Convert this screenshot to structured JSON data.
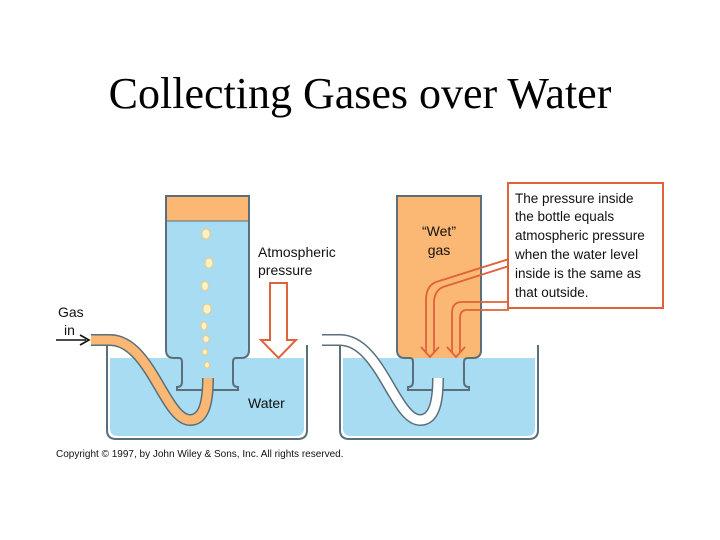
{
  "title": "Collecting Gases over Water",
  "labels": {
    "gas_in_line1": "Gas",
    "gas_in_line2": "in",
    "atmospheric_line1": "Atmospheric",
    "atmospheric_line2": "pressure",
    "water": "Water",
    "wet_gas_line1": "“Wet”",
    "wet_gas_line2": "gas"
  },
  "callout": {
    "lines": [
      "The pressure inside",
      "the bottle equals",
      "atmospheric pressure",
      "when the water level",
      "inside is the same as",
      "that outside."
    ]
  },
  "copyright": "Copyright © 1997, by John Wiley & Sons, Inc. All rights reserved.",
  "colors": {
    "water": "#a8dcf2",
    "gas": "#fbb874",
    "outline": "#5b6f7a",
    "arrow": "#e0623a",
    "text": "#111111"
  }
}
